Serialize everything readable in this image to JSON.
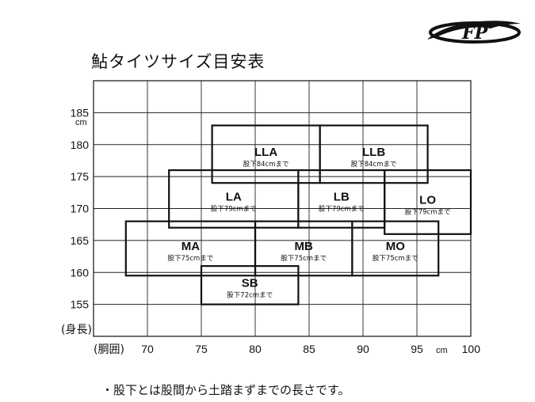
{
  "brand_logo_text": "FP",
  "title": "鮎タイツサイズ目安表",
  "note": "・股下とは股間から土踏まずまでの長さです。",
  "chart_data": {
    "type": "table",
    "ylabel": "(身長)",
    "xlabel": "(胴囲)",
    "y_unit": "cm",
    "x_unit": "cm",
    "xlim": [
      65,
      100
    ],
    "ylim": [
      150,
      190
    ],
    "x_ticks": [
      70,
      75,
      80,
      85,
      90,
      95,
      100
    ],
    "y_ticks": [
      155,
      160,
      165,
      170,
      175,
      180,
      185
    ],
    "x_tick_labels": [
      "70",
      "75",
      "80",
      "85",
      "90",
      "95",
      "100"
    ],
    "y_tick_labels": [
      "155",
      "160",
      "165",
      "170",
      "175",
      "180",
      "185"
    ],
    "grid": true,
    "sizes": [
      {
        "name": "LLA",
        "inseam": "股下84cmまで",
        "waist": [
          76,
          86
        ],
        "height": [
          174,
          183
        ]
      },
      {
        "name": "LLB",
        "inseam": "股下84cmまで",
        "waist": [
          86,
          96
        ],
        "height": [
          174,
          183
        ]
      },
      {
        "name": "LA",
        "inseam": "股下79cmまで",
        "waist": [
          72,
          84
        ],
        "height": [
          167,
          176
        ]
      },
      {
        "name": "LB",
        "inseam": "股下79cmまで",
        "waist": [
          84,
          92
        ],
        "height": [
          167,
          176
        ]
      },
      {
        "name": "LO",
        "inseam": "股下79cmまで",
        "waist": [
          92,
          100
        ],
        "height": [
          166,
          176
        ]
      },
      {
        "name": "MA",
        "inseam": "股下75cmまで",
        "waist": [
          68,
          80
        ],
        "height": [
          159.5,
          168
        ]
      },
      {
        "name": "MB",
        "inseam": "股下75cmまで",
        "waist": [
          80,
          89
        ],
        "height": [
          159.5,
          168
        ]
      },
      {
        "name": "MO",
        "inseam": "股下75cmまで",
        "waist": [
          89,
          97
        ],
        "height": [
          159.5,
          168
        ]
      },
      {
        "name": "SB",
        "inseam": "股下72cmまで",
        "waist": [
          75,
          84
        ],
        "height": [
          155,
          161
        ]
      }
    ]
  }
}
